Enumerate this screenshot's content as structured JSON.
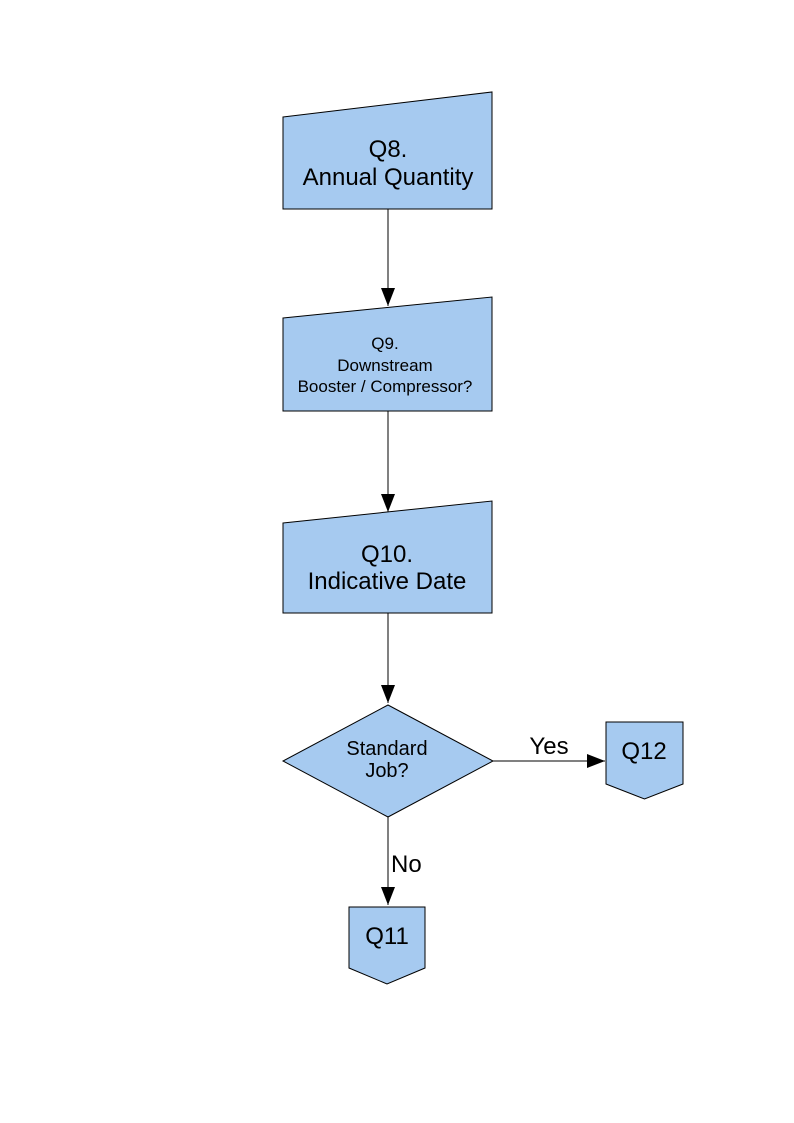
{
  "page": {
    "background": "#ffffff"
  },
  "colors": {
    "node_fill": "#a6caf0",
    "node_stroke": "#000000",
    "connector": "#000000",
    "text": "#000000"
  },
  "flowchart": {
    "nodes": [
      {
        "id": "q8",
        "shape": "manual-input",
        "lines": [
          "Q8.",
          "Annual Quantity"
        ]
      },
      {
        "id": "q9",
        "shape": "manual-input",
        "lines": [
          "Q9.",
          "Downstream",
          "Booster / Compressor?"
        ]
      },
      {
        "id": "q10",
        "shape": "manual-input",
        "lines": [
          "Q10.",
          "Indicative Date"
        ]
      },
      {
        "id": "standard-job",
        "shape": "decision",
        "lines": [
          "Standard",
          "Job?"
        ]
      },
      {
        "id": "q12",
        "shape": "off-page-connector",
        "lines": [
          "Q12"
        ]
      },
      {
        "id": "q11",
        "shape": "off-page-connector",
        "lines": [
          "Q11"
        ]
      }
    ],
    "connectors": [
      {
        "from": "q8",
        "to": "q9",
        "label": ""
      },
      {
        "from": "q9",
        "to": "q10",
        "label": ""
      },
      {
        "from": "q10",
        "to": "standard-job",
        "label": ""
      },
      {
        "from": "standard-job",
        "to": "q12",
        "label": "Yes"
      },
      {
        "from": "standard-job",
        "to": "q11",
        "label": "No"
      }
    ]
  }
}
